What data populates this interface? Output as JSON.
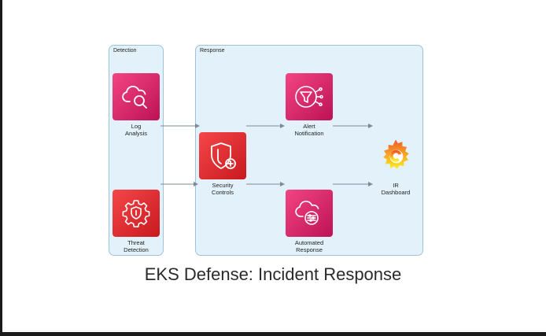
{
  "title": "EKS Defense: Incident Response",
  "clusters": {
    "detection": "Detection",
    "response": "Response"
  },
  "nodes": {
    "log_analysis": [
      "Log",
      "Analysis"
    ],
    "threat_detection": [
      "Threat",
      "Detection"
    ],
    "security_controls": [
      "Security",
      "Controls"
    ],
    "alert_notification": [
      "Alert",
      "Notification"
    ],
    "automated_response": [
      "Automated",
      "Response"
    ],
    "ir_dashboard": [
      "IR",
      "Dashboard"
    ]
  },
  "icons": {
    "log_analysis": "cloud-magnifier-icon",
    "threat_detection": "gear-shield-icon",
    "security_controls": "shield-plus-icon",
    "alert_notification": "funnel-notification-icon",
    "automated_response": "cloud-automation-icon",
    "ir_dashboard": "grafana-logo-icon"
  },
  "edges": [
    [
      "log_analysis",
      "security_controls"
    ],
    [
      "threat_detection",
      "security_controls"
    ],
    [
      "security_controls",
      "alert_notification"
    ],
    [
      "security_controls",
      "automated_response"
    ],
    [
      "alert_notification",
      "ir_dashboard"
    ],
    [
      "automated_response",
      "ir_dashboard"
    ]
  ],
  "colors": {
    "cluster_fill": "#e3f2fa",
    "pink_node": "#d6246b",
    "red_node": "#dd2e30",
    "edge": "#7a8a99"
  }
}
